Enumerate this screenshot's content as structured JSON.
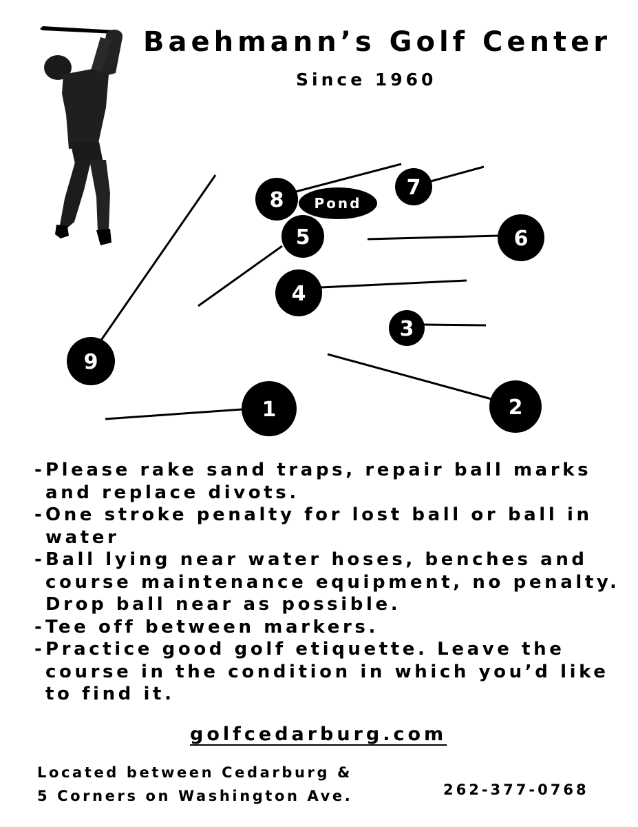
{
  "header": {
    "title": "Baehmann’s Golf Center",
    "subtitle": "Since 1960"
  },
  "logo": {
    "icon": "golfer-silhouette-icon"
  },
  "map": {
    "pond_label": "Pond",
    "holes": [
      {
        "number": "1"
      },
      {
        "number": "2"
      },
      {
        "number": "3"
      },
      {
        "number": "4"
      },
      {
        "number": "5"
      },
      {
        "number": "6"
      },
      {
        "number": "7"
      },
      {
        "number": "8"
      },
      {
        "number": "9"
      }
    ]
  },
  "rules": [
    {
      "dash": "-",
      "text": "Please rake sand traps, repair ball marks and replace divots."
    },
    {
      "dash": "-",
      "text": "One stroke penalty for lost ball or ball in water"
    },
    {
      "dash": "-",
      "text": "Ball lying near water hoses, benches and course maintenance equipment, no penalty.  Drop ball near as possible."
    },
    {
      "dash": "-",
      "text": "Tee off between markers."
    },
    {
      "dash": "-",
      "text": "Practice good golf etiquette.  Leave the course in the condition in which you’d like to find it."
    }
  ],
  "footer": {
    "website": "golfcedarburg.com",
    "address_line1": "Located between Cedarburg &",
    "address_line2": "5 Corners on Washington Ave.",
    "phone": "262-377-0768"
  },
  "colors": {
    "ink": "#000000",
    "background": "#ffffff"
  }
}
